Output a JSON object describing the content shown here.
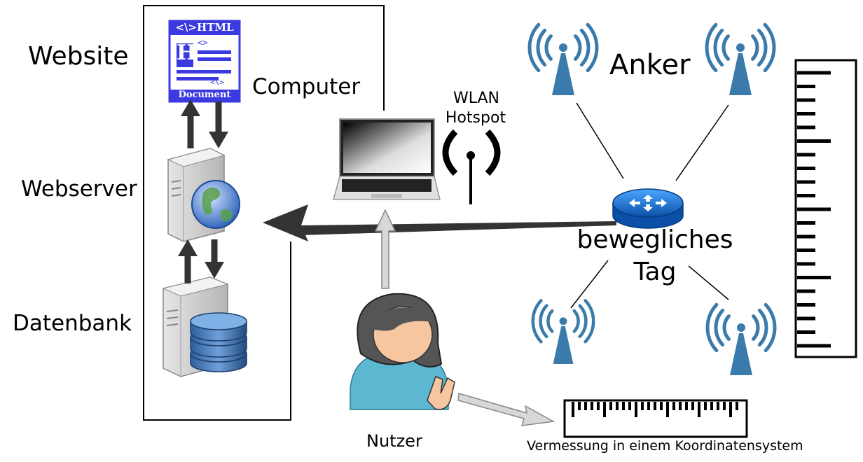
{
  "labels": {
    "website": "Website",
    "webserver": "Webserver",
    "datenbank": "Datenbank",
    "computer": "Computer",
    "wlan_line1": "WLAN",
    "wlan_line2": "Hotspot",
    "anker": "Anker",
    "tag_line1": "bewegliches",
    "tag_line2": "Tag",
    "nutzer": "Nutzer",
    "vermessung": "Vermessung in einem Koordinatensystem"
  },
  "html_document": {
    "header": "<\\>HTML",
    "big_letter": "H",
    "small_tag": "<>",
    "bottom_tag": "<\\>",
    "footer": "Document"
  },
  "colors": {
    "antenna_blue": "#3b7bab",
    "doc_blue": "#3a3ae0",
    "arrow_dark": "#333333",
    "arrow_light": "#c8c8c8",
    "router_blue": "#1a6fd0",
    "skin": "#f5c6a0",
    "hair": "#555555",
    "shirt": "#5bb8d0"
  }
}
